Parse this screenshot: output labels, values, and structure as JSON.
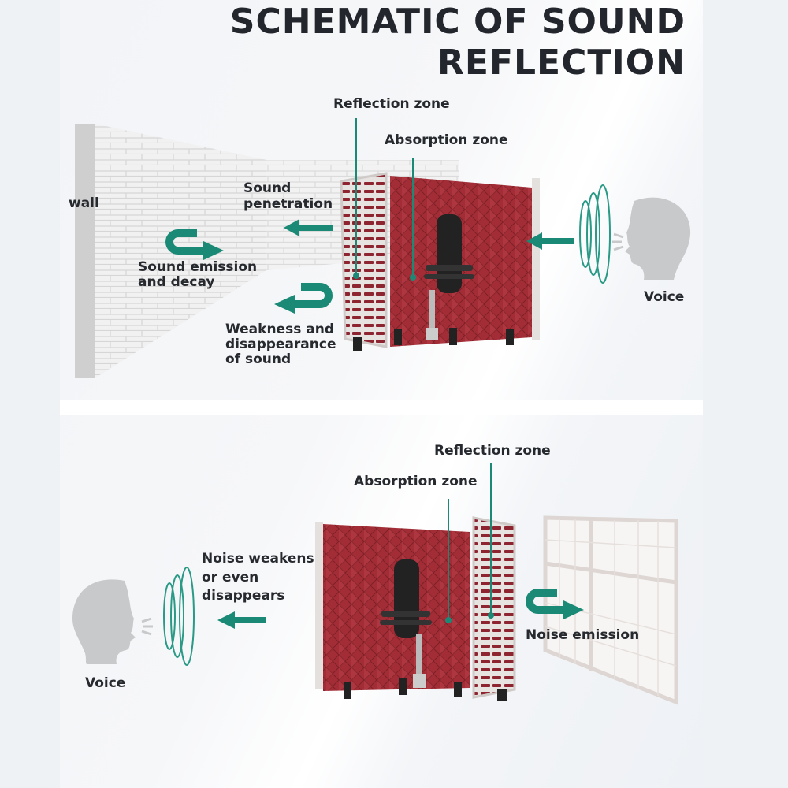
{
  "title": {
    "line1": "SCHEMATIC OF SOUND",
    "line2": "REFLECTION"
  },
  "colors": {
    "accent": "#1a8a76",
    "foam": "#9e2a33",
    "text": "#23262c",
    "head": "#c8c9cb"
  },
  "top_panel": {
    "wall_label": "wall",
    "reflection_zone": "Reflection zone",
    "absorption_zone": "Absorption zone",
    "penetration": {
      "line1": "Sound",
      "line2": "penetration"
    },
    "emission": {
      "line1": "Sound emission",
      "line2": "and decay"
    },
    "weakness": {
      "line1": "Weakness and",
      "line2": "disappearance",
      "line3": "of sound"
    },
    "voice_label": "Voice"
  },
  "bottom_panel": {
    "reflection_zone": "Reflection zone",
    "absorption_zone": "Absorption zone",
    "noise_weakens": {
      "line1": "Noise weakens",
      "line2": "or even",
      "line3": "disappears"
    },
    "noise_emission": "Noise emission",
    "voice_label": "Voice"
  }
}
